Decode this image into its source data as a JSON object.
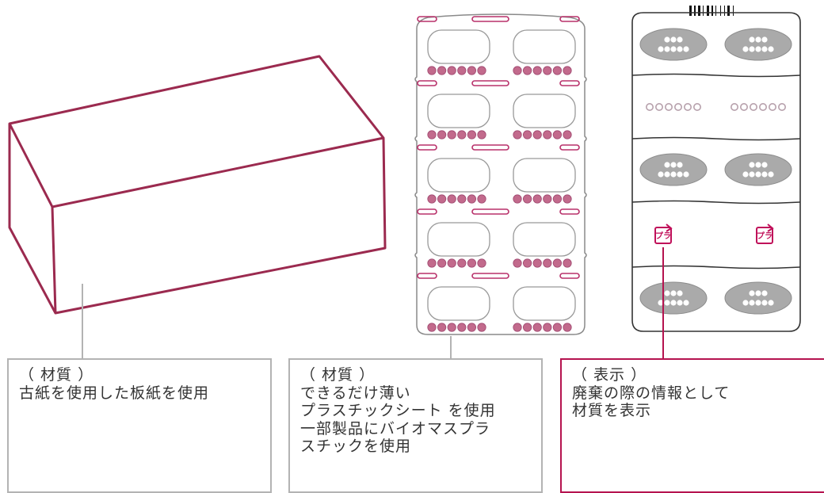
{
  "colors": {
    "box_outline": "#9b2a4f",
    "accent": "#c0105a",
    "blister_outline": "#b8306a",
    "pill_dot": "#c26a8c",
    "tray_outline": "#333333",
    "tray_dot": "#b7a1ac",
    "oval_fill": "#aaaaaa",
    "callout_gray": "#b3b3b3",
    "callout_red": "#b5134f"
  },
  "illustrations": {
    "carton": {
      "icon": "paper-carton-icon"
    },
    "blister_sheet": {
      "icon": "blister-sheet-icon",
      "rows": 5,
      "columns": 2,
      "pills_per_cell": 6
    },
    "tray": {
      "icon": "pill-tray-icon",
      "barcode_icon": "barcode-icon",
      "recycle_mark_text": "プラ",
      "dot_row_count": 6
    }
  },
  "callouts": [
    {
      "id": "paper",
      "heading": "（ 材質 ）",
      "lines": [
        "古紙を使用した板紙を使用"
      ]
    },
    {
      "id": "plastic",
      "heading": "（ 材質 ）",
      "lines": [
        "できるだけ薄い",
        "プラスチックシート を使用",
        "一部製品にバイオマスプラ",
        "スチックを使用"
      ]
    },
    {
      "id": "label",
      "heading": "（ 表示 ）",
      "lines": [
        "廃棄の際の情報として",
        "材質を表示"
      ]
    }
  ]
}
